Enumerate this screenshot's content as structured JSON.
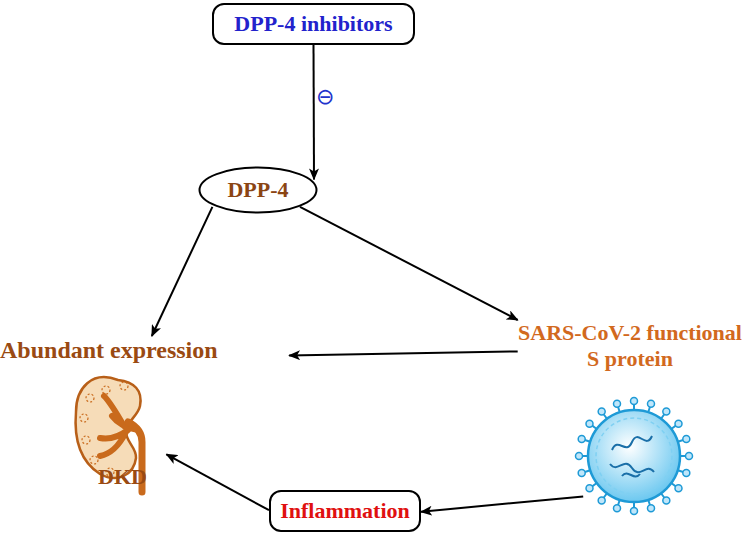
{
  "diagram": {
    "nodes": [
      {
        "text": [
          "DPP-4 inhibitors"
        ]
      },
      {
        "text": [
          "DPP-4"
        ]
      },
      {
        "text": [
          "Abundant expression",
          "DKD"
        ]
      },
      {
        "text": [
          "SARS-CoV-2 functional S protein"
        ]
      },
      {
        "text": [
          "Inflammation"
        ]
      }
    ],
    "edges": [
      {
        "from": 0,
        "to": 1,
        "arrow": "to"
      },
      {
        "from": 1,
        "to": 2,
        "arrow": "to"
      },
      {
        "from": 1,
        "to": 3,
        "arrow": "to"
      },
      {
        "from": 3,
        "to": 2,
        "arrow": "to"
      },
      {
        "from": 3,
        "to": 4,
        "arrow": "to"
      },
      {
        "from": 4,
        "to": 2,
        "arrow": "to"
      }
    ],
    "labels": [
      "⊖"
    ]
  }
}
